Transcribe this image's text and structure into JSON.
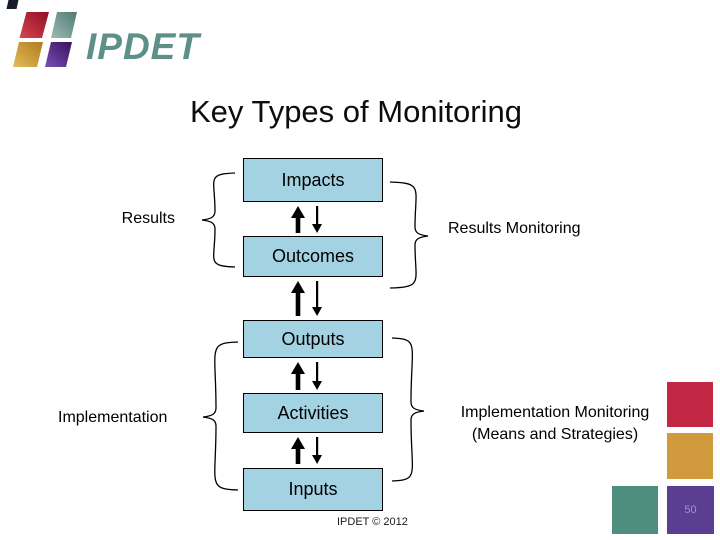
{
  "slide": {
    "title": "Key Types of Monitoring",
    "footer": "IPDET © 2012",
    "page_number": "50"
  },
  "logo": {
    "text": "IPDET",
    "colors": {
      "navy": "#171A2B",
      "red": "#B51A30",
      "teal": "#6E958F",
      "gold": "#C98F2C",
      "purple": "#4F2584",
      "text_teal": "#5E908A"
    }
  },
  "diagram": {
    "box_fill": "#A3D3E3",
    "box_border": "#000000",
    "boxes": [
      {
        "label": "Impacts"
      },
      {
        "label": "Outcomes"
      },
      {
        "label": "Outputs"
      },
      {
        "label": "Activities"
      },
      {
        "label": "Inputs"
      }
    ],
    "left_labels": [
      {
        "label": "Results"
      },
      {
        "label": "Implementation"
      }
    ],
    "right_labels": [
      {
        "line1": "Results Monitoring",
        "line2": ""
      },
      {
        "line1": "Implementation Monitoring",
        "line2": "(Means and Strategies)"
      }
    ]
  },
  "corner_squares": {
    "red": "#C22744",
    "gold": "#D09A3D",
    "teal": "#4E8E7E",
    "purple": "#5A3E91"
  }
}
